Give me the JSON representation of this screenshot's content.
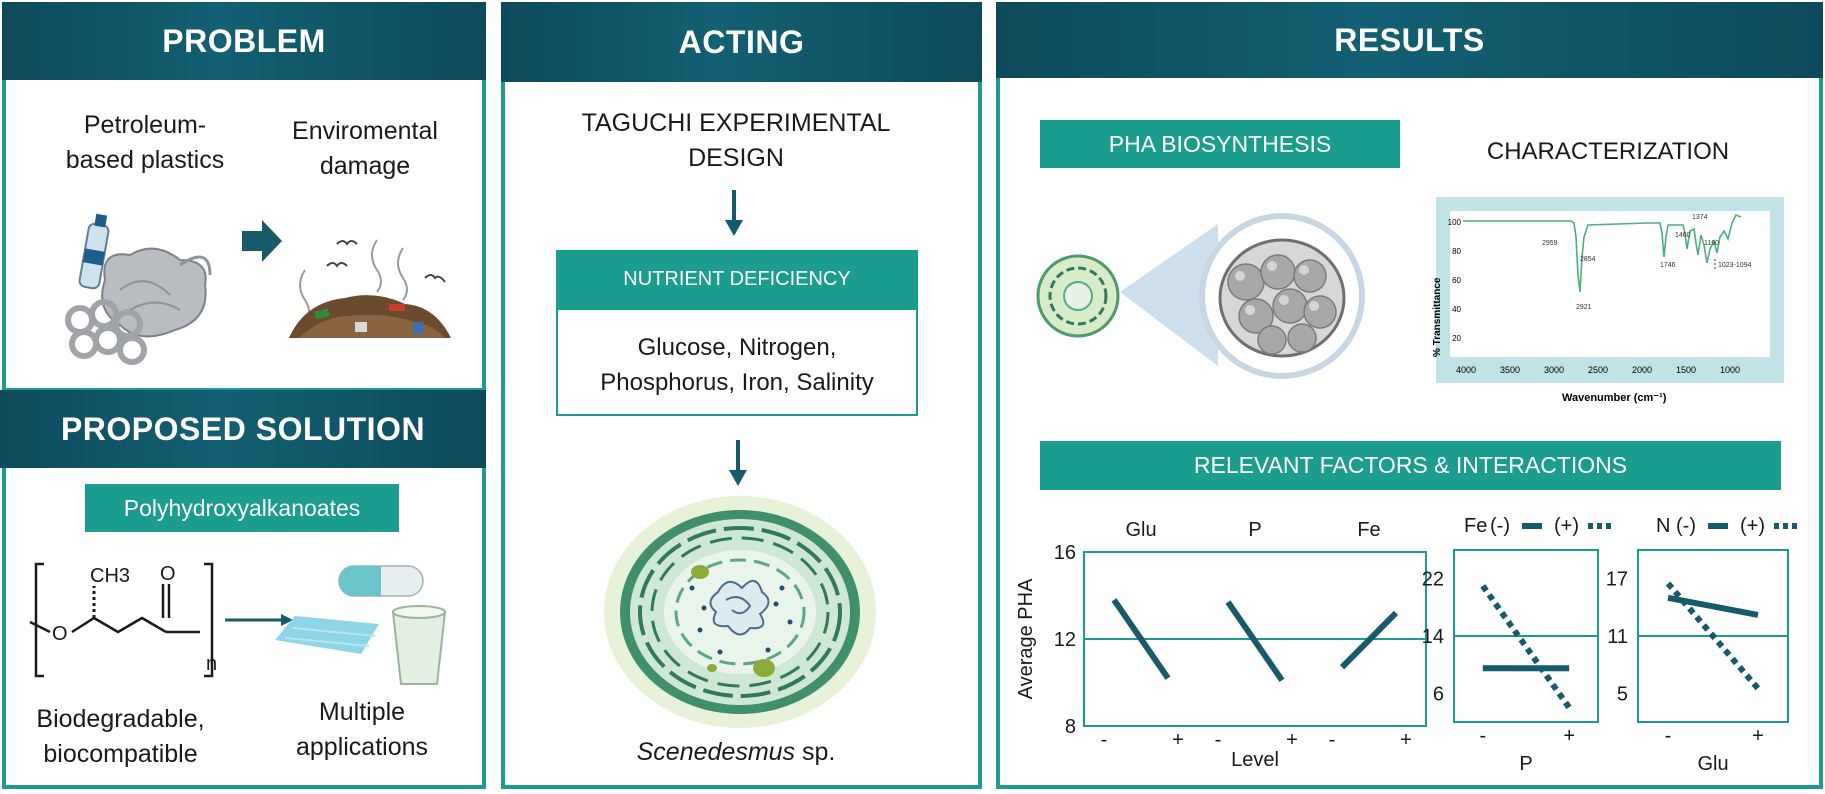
{
  "problem": {
    "title": "PROBLEM",
    "left_label": "Petroleum-\nbased plastics",
    "right_label": "Enviromental\ndamage"
  },
  "solution": {
    "title": "PROPOSED SOLUTION",
    "compound": "Polyhydroxyalkanoates",
    "formula_methyl": "CH3",
    "formula_oxygen": "O",
    "formula_oxygen_chain": "O",
    "formula_n": "n",
    "left_caption": "Biodegradable,\nbiocompatible",
    "right_caption": "Multiple\napplications"
  },
  "acting": {
    "title": "ACTING",
    "design": "TAGUCHI EXPERIMENTAL\nDESIGN",
    "deficiency_title": "NUTRIENT DEFICIENCY",
    "deficiency_items": "Glucose, Nitrogen,\nPhosphorus, Iron, Salinity",
    "organism_genus": "Scenedesmus",
    "organism_suffix": " sp."
  },
  "results": {
    "title": "RESULTS",
    "biosynthesis": "PHA BIOSYNTHESIS",
    "characterization": "CHARACTERIZATION",
    "factors": "RELEVANT FACTORS & INTERACTIONS"
  },
  "colors": {
    "teal": "#1a9d8f",
    "navy": "#0d4a5c",
    "line": "#175a6a"
  },
  "chart_data": [
    {
      "type": "line",
      "title": "",
      "xlabel": "Level",
      "ylabel": "Average PHA",
      "ylim": [
        8,
        16
      ],
      "yticks": [
        "16",
        "12",
        "8"
      ],
      "mean_line": 12,
      "panels": [
        {
          "name": "Glu",
          "x": [
            "-",
            "+"
          ],
          "values": [
            13.8,
            10.2
          ]
        },
        {
          "name": "P",
          "x": [
            "-",
            "+"
          ],
          "values": [
            13.7,
            10.1
          ]
        },
        {
          "name": "Fe",
          "x": [
            "-",
            "+"
          ],
          "values": [
            10.7,
            13.2
          ]
        }
      ]
    },
    {
      "type": "line",
      "title": "",
      "xlabel": "P",
      "ylim": [
        2,
        26
      ],
      "yticks": [
        "22",
        "14",
        "6"
      ],
      "mean_line": 14,
      "legend": {
        "factor": "Fe",
        "minus": "(-)",
        "plus": "(+)"
      },
      "x": [
        "-",
        "+"
      ],
      "series": [
        {
          "name": "(-)",
          "style": "solid",
          "values": [
            9.5,
            9.5
          ]
        },
        {
          "name": "(+)",
          "style": "dotted",
          "values": [
            21,
            4
          ]
        }
      ]
    },
    {
      "type": "line",
      "title": "",
      "xlabel": "Glu",
      "ylim": [
        2,
        20
      ],
      "yticks": [
        "17",
        "11",
        "5"
      ],
      "mean_line": 11,
      "legend": {
        "factor": "N",
        "minus": "(-)",
        "plus": "(+)"
      },
      "x": [
        "-",
        "+"
      ],
      "series": [
        {
          "name": "(-)",
          "style": "solid",
          "values": [
            15,
            13.2
          ]
        },
        {
          "name": "(+)",
          "style": "dotted",
          "values": [
            16.5,
            5.5
          ]
        }
      ]
    }
  ],
  "ftir": {
    "ylabel": "% Transmittance",
    "xlabel": "Wavenumber (cm⁻¹)",
    "xticks": [
      "4000",
      "3500",
      "3000",
      "2500",
      "2000",
      "1500",
      "1000"
    ],
    "yticks": [
      "100",
      "80",
      "60",
      "40",
      "20"
    ],
    "peaks": [
      "2959",
      "2854",
      "2921",
      "1746",
      "1460",
      "1374",
      "1160",
      "1023-1094"
    ]
  }
}
